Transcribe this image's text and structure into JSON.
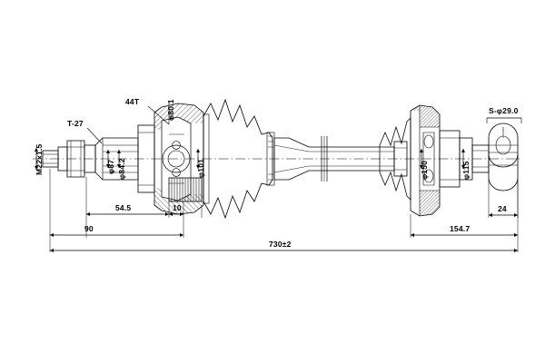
{
  "drawing": {
    "title": "Drive Shaft / CV Axle Assembly",
    "view": "side elevation, sectioned",
    "background_color": "#ffffff",
    "line_color": "#000000",
    "units": "mm"
  },
  "labels": {
    "thread_spec": "M22x1.5",
    "spline_count": "T-27",
    "abs_ring_teeth": "44T",
    "dia_80_1": "φ80.1",
    "dia_87": "φ87",
    "dia_84_2": "φ84.2",
    "dia_101": "φ101",
    "dia_150": "φ150",
    "dia_115": "φ115",
    "ball_dia": "S-φ29.0"
  },
  "dimensions": {
    "d_54_5": "54.5",
    "d_10": "10",
    "d_90": "90",
    "d_730": "730±2",
    "d_154_7": "154.7",
    "d_24": "24"
  }
}
